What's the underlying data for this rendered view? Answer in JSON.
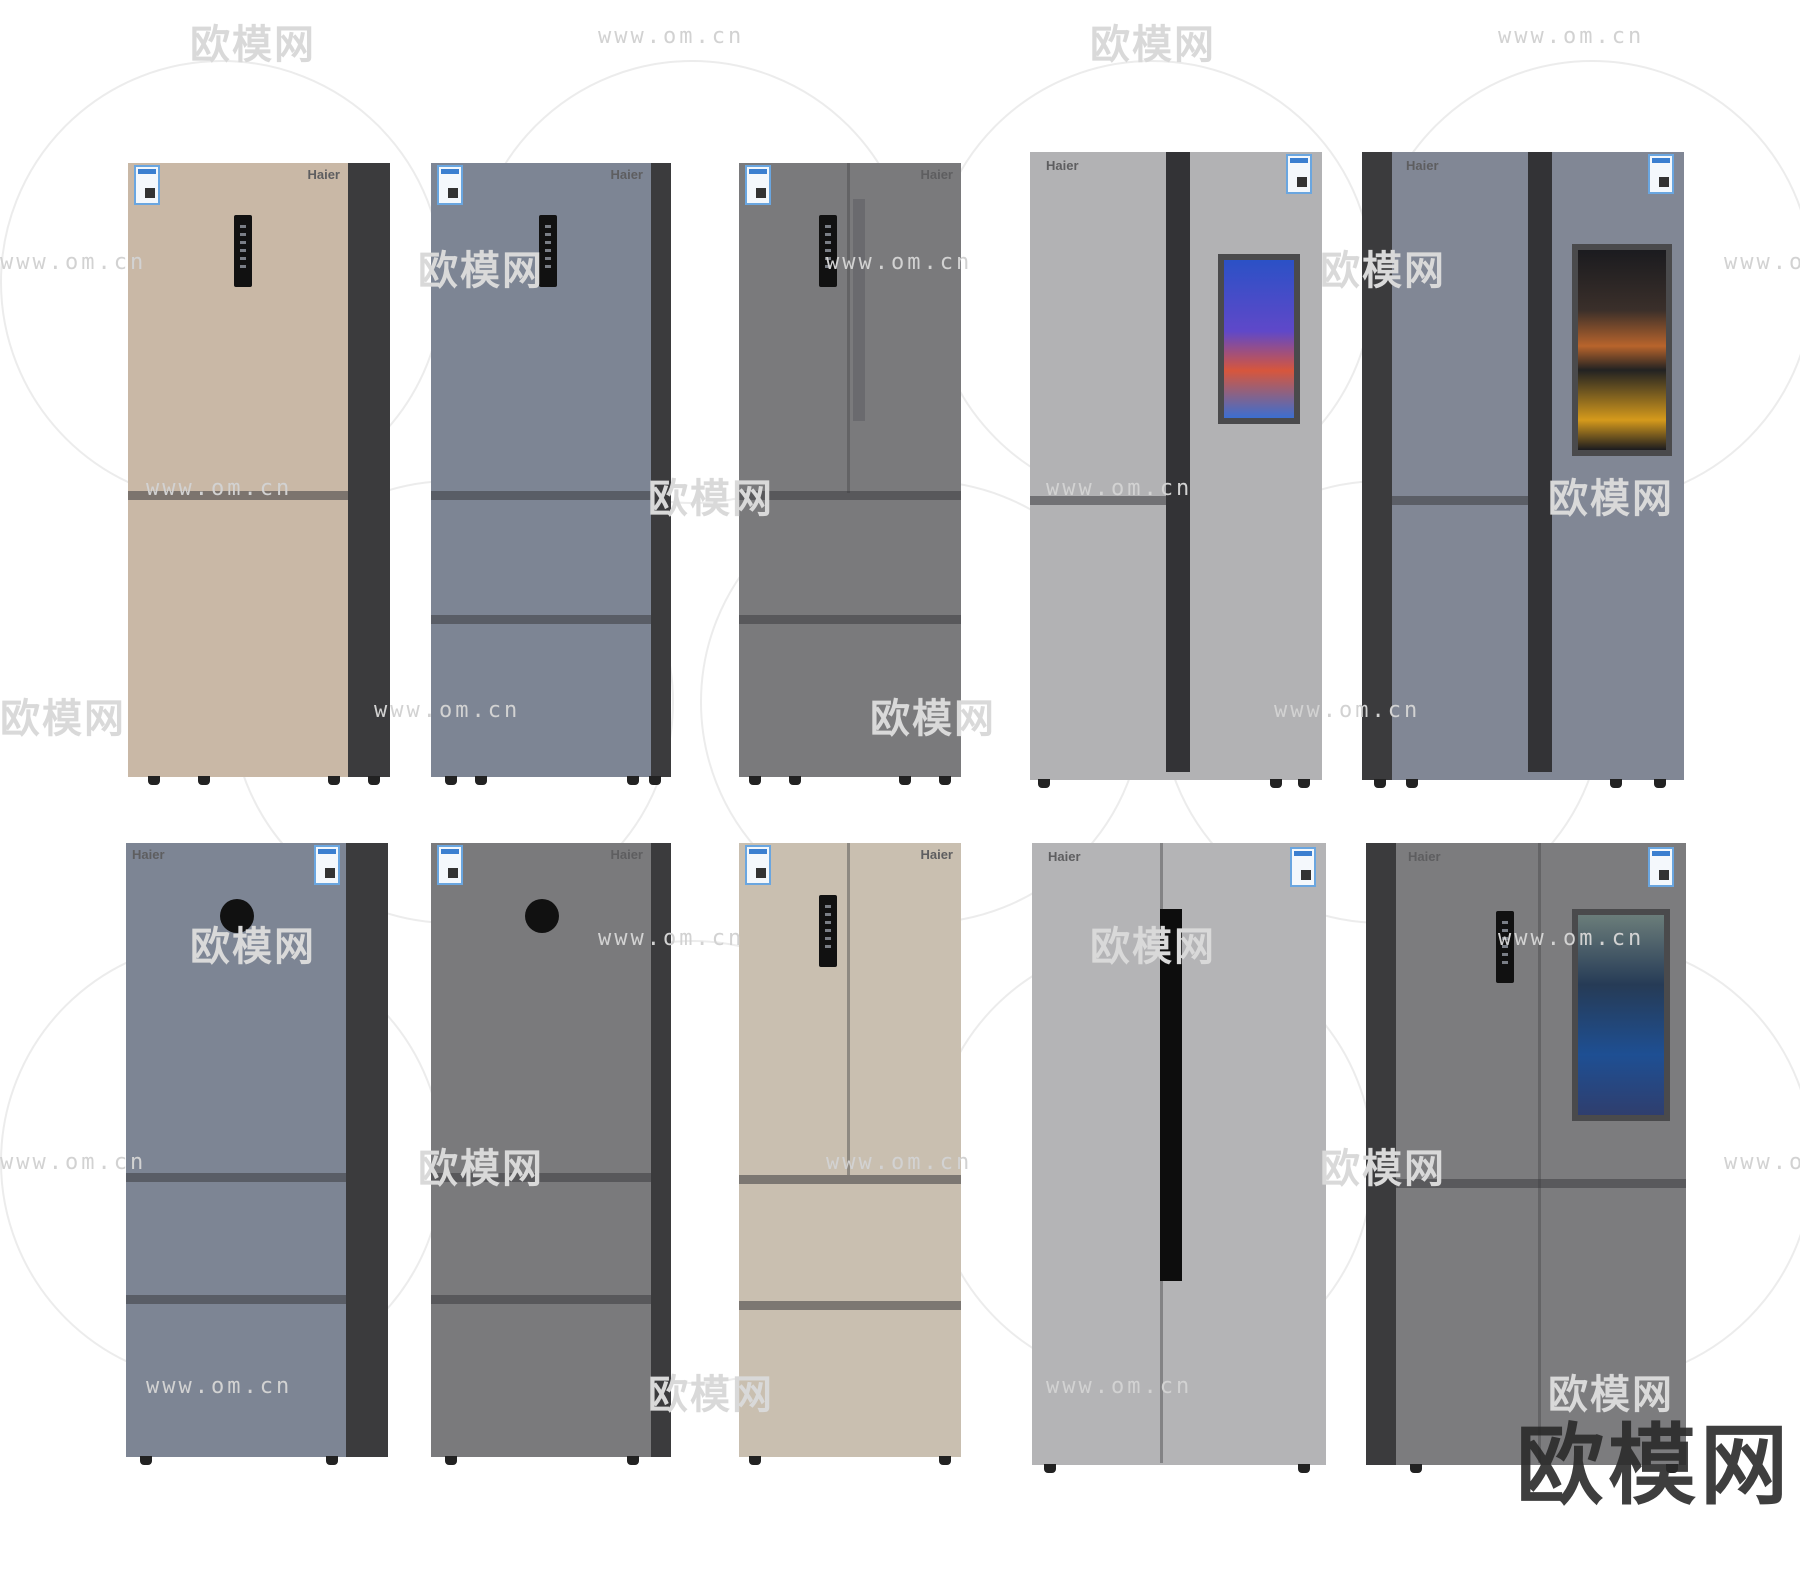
{
  "watermark": {
    "logo_text": "欧模网",
    "url_text": "www.om.cn",
    "corner_logo": "欧模网"
  },
  "brand": "Haier",
  "fridges": [
    {
      "row": 1,
      "col": 1,
      "style": "three-door-bottom-freezer",
      "color": "#c9b8a6",
      "brand_label": "Haier"
    },
    {
      "row": 1,
      "col": 2,
      "style": "three-door-drawers",
      "color": "#7d8594",
      "brand_label": "Haier"
    },
    {
      "row": 1,
      "col": 3,
      "style": "french-door-drawers",
      "color": "#7a7a7c",
      "brand_label": "Haier"
    },
    {
      "row": 1,
      "col": 4,
      "style": "cross-door-touchscreen",
      "color": "#b2b2b4",
      "brand_label": "Haier"
    },
    {
      "row": 1,
      "col": 5,
      "style": "cross-door-touchscreen",
      "color": "#818795",
      "brand_label": "Haier"
    },
    {
      "row": 2,
      "col": 1,
      "style": "three-door-drawers-dial",
      "color": "#7d8594",
      "brand_label": "Haier"
    },
    {
      "row": 2,
      "col": 2,
      "style": "three-door-drawers-dial",
      "color": "#7a7a7c",
      "brand_label": "Haier"
    },
    {
      "row": 2,
      "col": 3,
      "style": "french-door-drawers",
      "color": "#c9bfb0",
      "brand_label": "Haier"
    },
    {
      "row": 2,
      "col": 4,
      "style": "side-by-side",
      "color": "#b4b4b6",
      "brand_label": "Haier"
    },
    {
      "row": 2,
      "col": 5,
      "style": "cross-door-touchscreen",
      "color": "#7c7c7e",
      "brand_label": "Haier"
    }
  ]
}
